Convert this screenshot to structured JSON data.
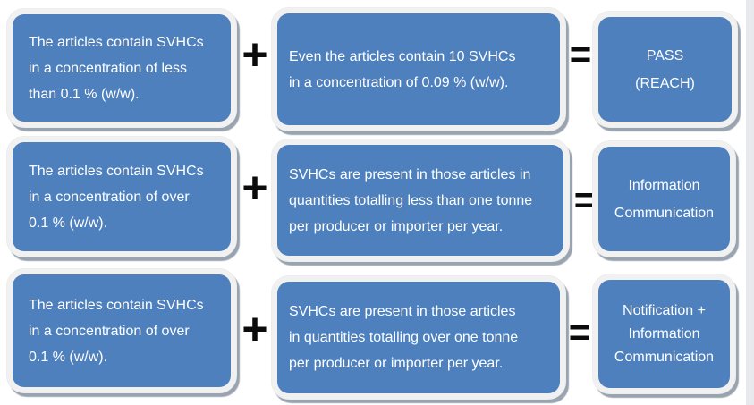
{
  "diagram": {
    "rows": [
      {
        "condition_a": "The articles contain SVHCs\nin a concentration of less\nthan 0.1 % (w/w).",
        "operator_1": "+",
        "condition_b": "Even the articles contain 10 SVHCs\nin a concentration of 0.09 % (w/w).",
        "operator_2": "=",
        "result": "PASS\n(REACH)"
      },
      {
        "condition_a": "The articles contain SVHCs\nin a concentration of over\n0.1 % (w/w).",
        "operator_1": "+",
        "condition_b": "SVHCs are present in those articles in\nquantities totalling less than one tonne\nper producer or importer per year.",
        "operator_2": "=",
        "result": "Information\nCommunication"
      },
      {
        "condition_a": "The articles contain SVHCs\nin a concentration of over\n0.1 % (w/w).",
        "operator_1": "+",
        "condition_b": "SVHCs are present in those articles\nin quantities totalling over one tonne\nper producer or importer per year.",
        "operator_2": "=",
        "result": "Notification +\nInformation\nCommunication"
      }
    ],
    "colors": {
      "box_fill": "#4d80bd",
      "box_frame": "#f1f1f2",
      "shadow": "#9aa4b0",
      "text": "#ffffff",
      "operator": "#0b0b0b"
    }
  }
}
